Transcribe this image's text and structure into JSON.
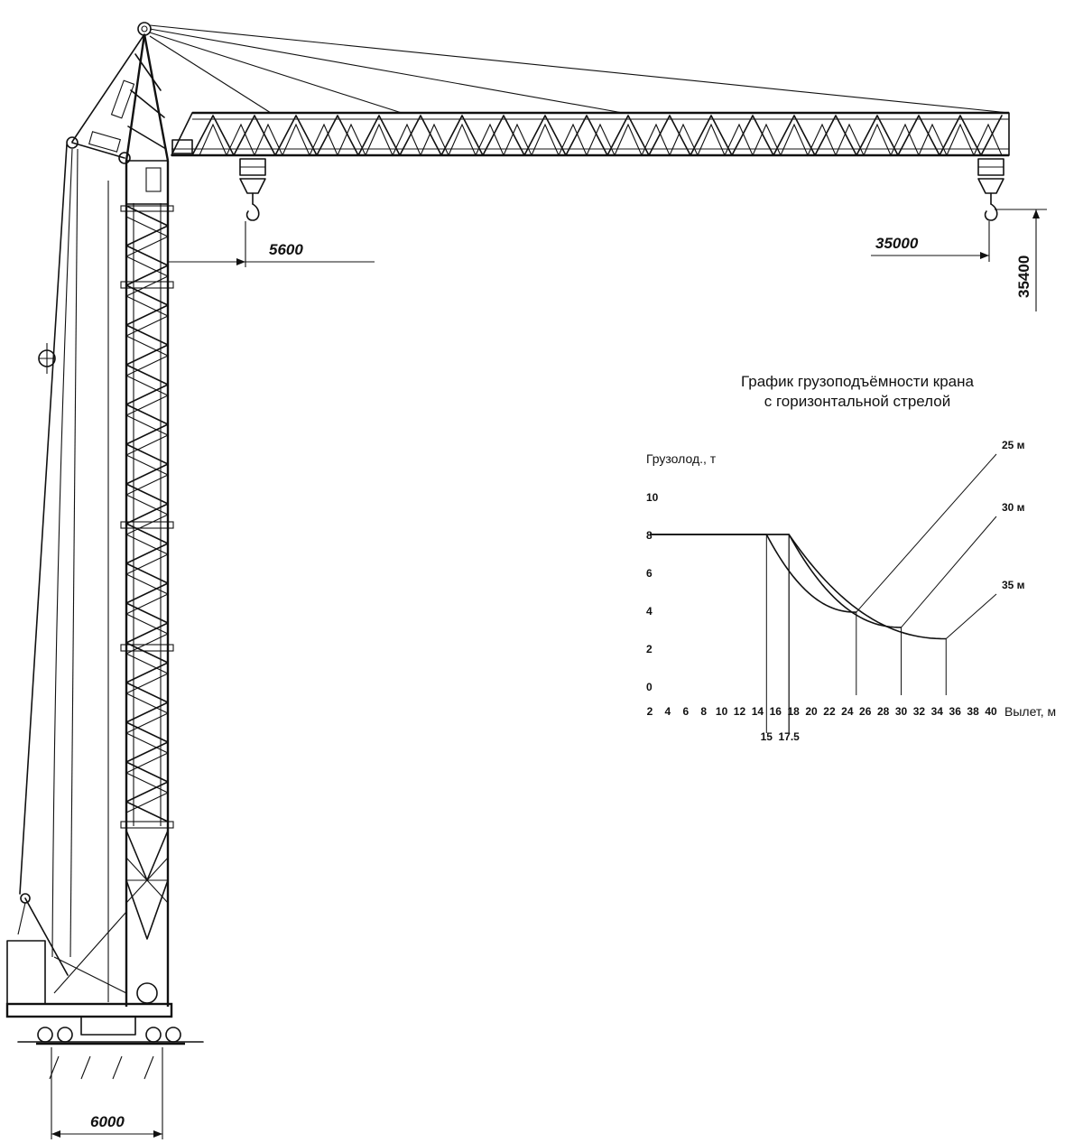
{
  "dimensions": {
    "jib_min_reach": "5600",
    "jib_max_reach": "35000",
    "hook_height": "35400",
    "base_width": "6000"
  },
  "chart_data": {
    "type": "line",
    "title_line1": "График грузоподъёмности крана",
    "title_line2": "с горизонтальной стрелой",
    "ylabel": "Грузолод., т",
    "xlabel": "Вылет, м",
    "y_ticks": [
      "10",
      "8",
      "6",
      "4",
      "2",
      "0"
    ],
    "x_ticks": [
      "2",
      "4",
      "6",
      "8",
      "10",
      "12",
      "14",
      "16",
      "18",
      "20",
      "22",
      "24",
      "26",
      "28",
      "30",
      "32",
      "34",
      "36",
      "38",
      "40"
    ],
    "x_extra_ticks": [
      "15",
      "17.5"
    ],
    "xlim": [
      2,
      40
    ],
    "ylim": [
      0,
      10
    ],
    "series": [
      {
        "name": "25 м",
        "x": [
          2,
          15,
          25
        ],
        "y": [
          8,
          8,
          3.9
        ]
      },
      {
        "name": "30 м",
        "x": [
          2,
          17.5,
          30
        ],
        "y": [
          8,
          8,
          3.1
        ]
      },
      {
        "name": "35 м",
        "x": [
          2,
          17.5,
          35
        ],
        "y": [
          8,
          8,
          2.5
        ]
      }
    ]
  }
}
